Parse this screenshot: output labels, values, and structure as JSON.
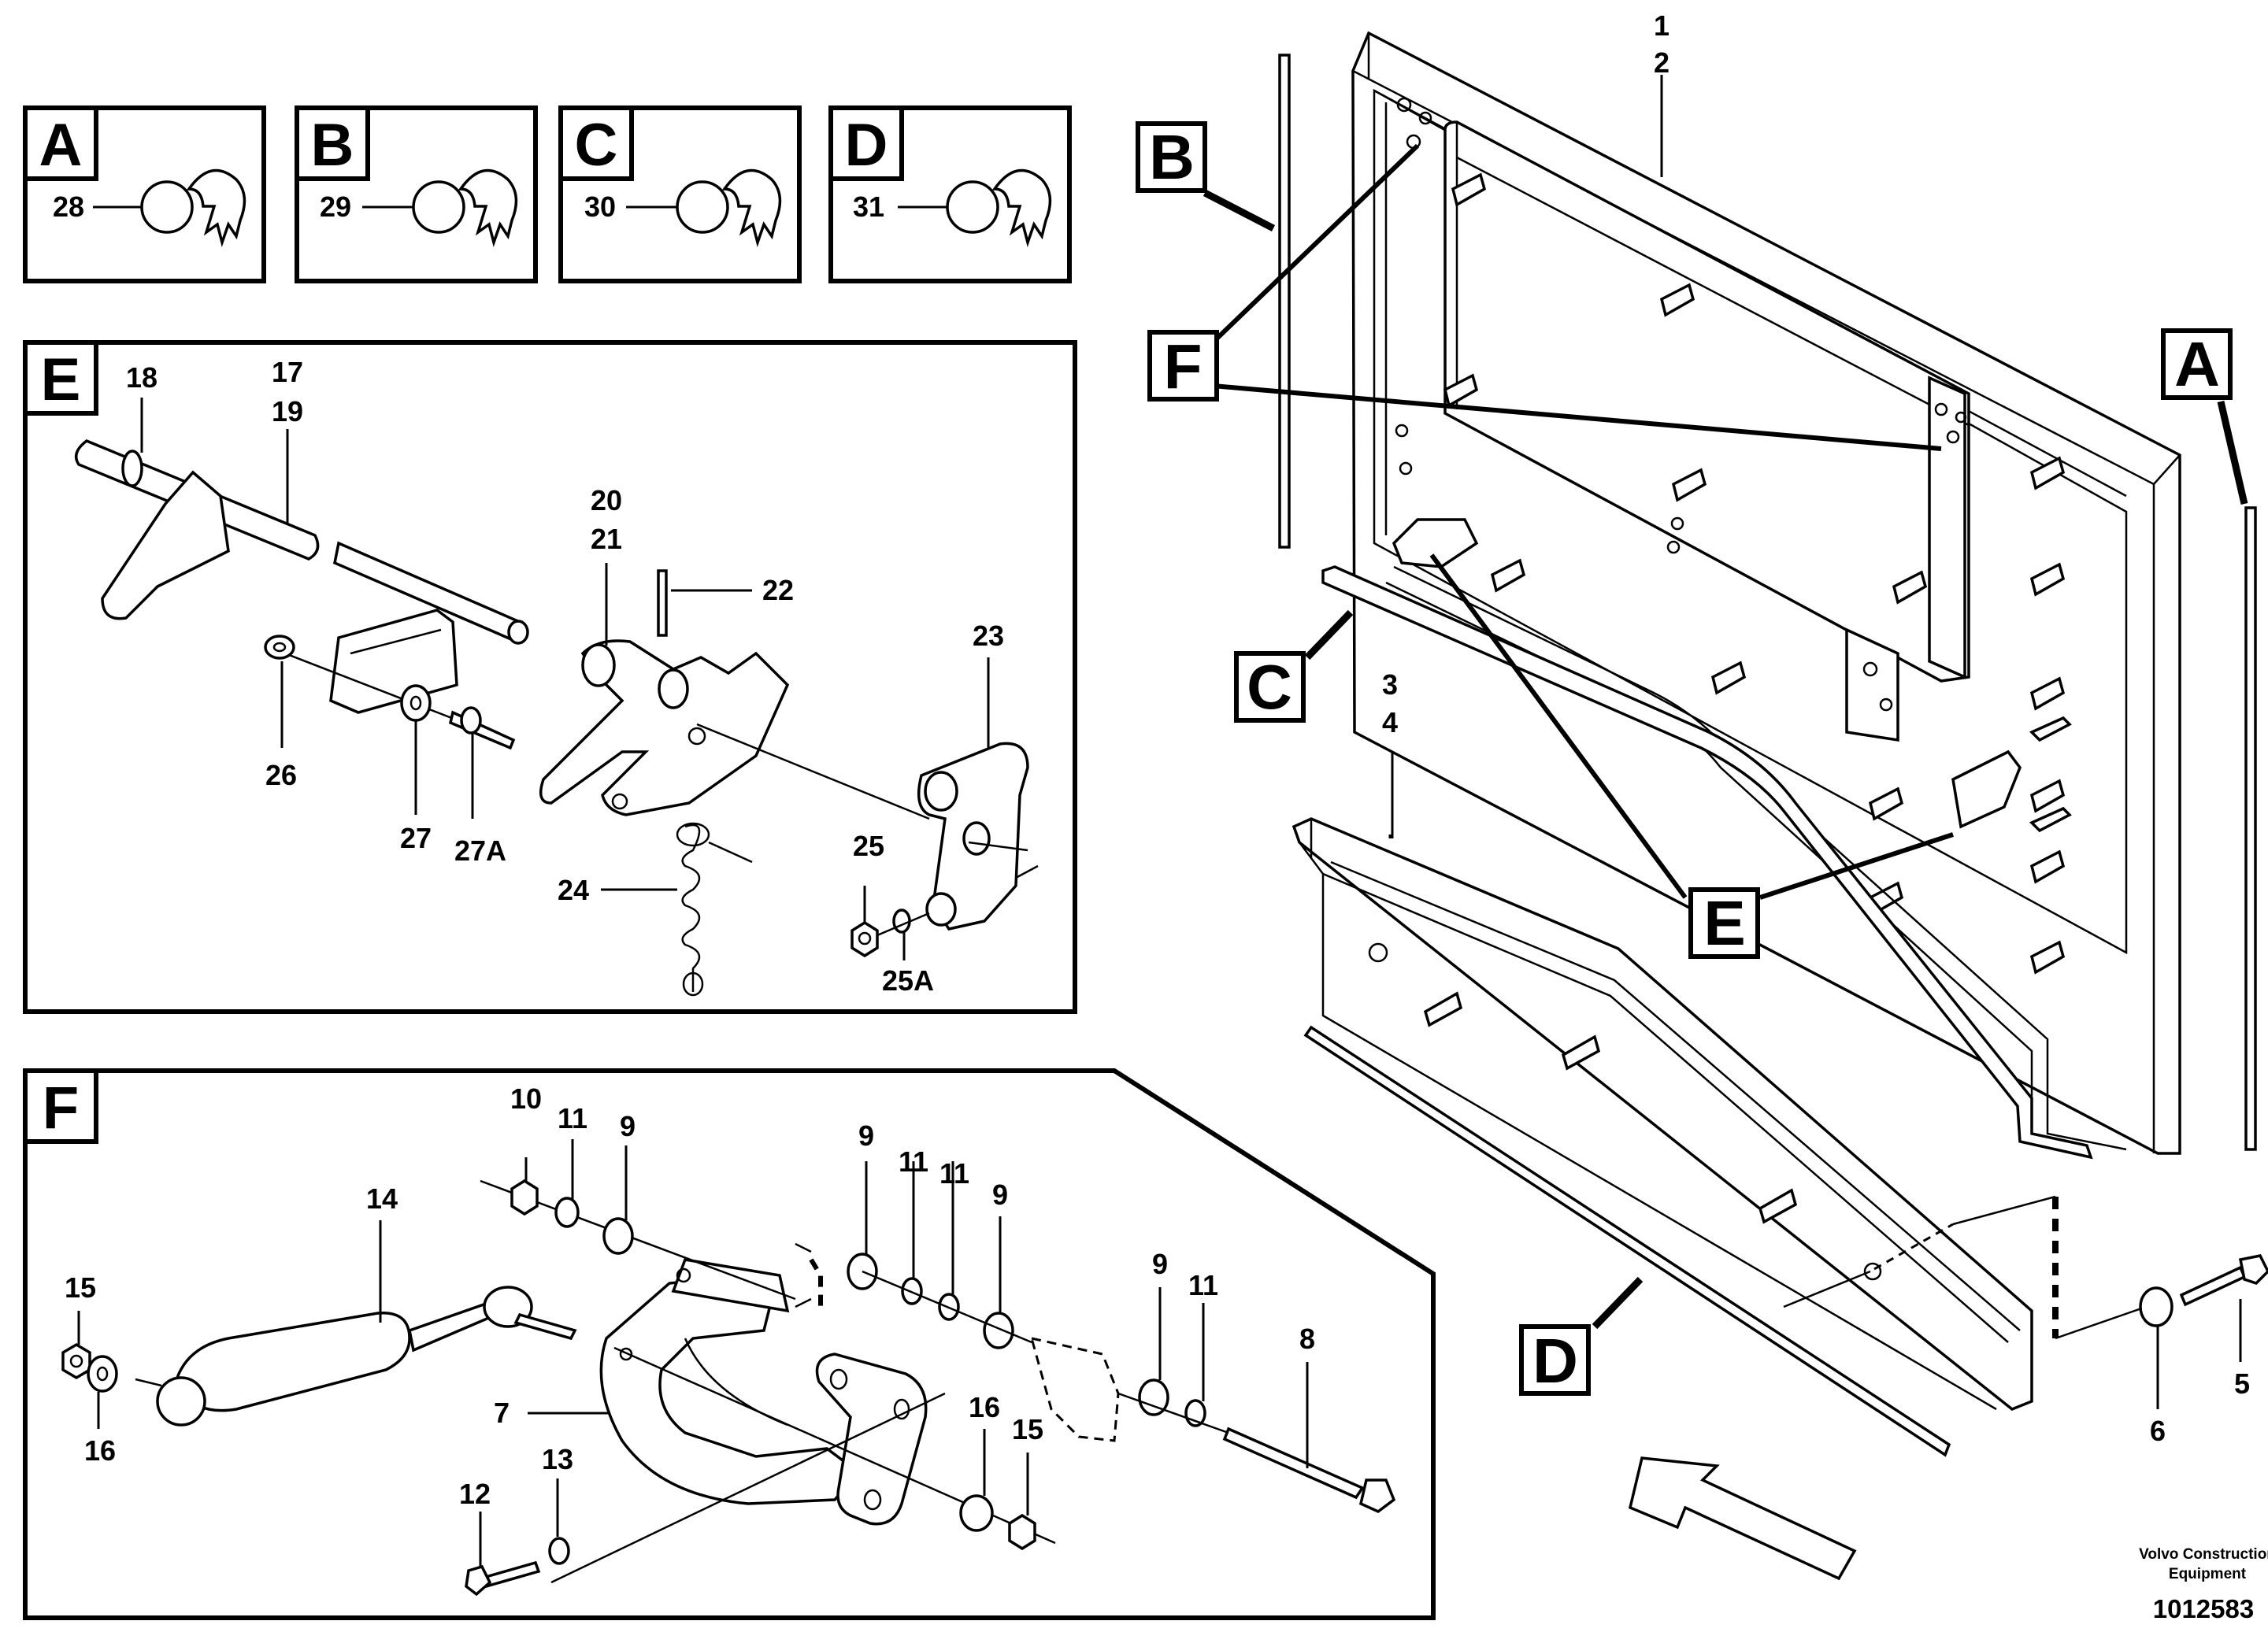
{
  "clip_boxes": [
    {
      "letter": "A",
      "part": "28"
    },
    {
      "letter": "B",
      "part": "29"
    },
    {
      "letter": "C",
      "part": "30"
    },
    {
      "letter": "D",
      "part": "31"
    }
  ],
  "detail_boxes": {
    "E": "E",
    "F": "F"
  },
  "callouts": {
    "B": "B",
    "F": "F",
    "A": "A",
    "C": "C",
    "E": "E",
    "D": "D"
  },
  "part_labels": {
    "p1": "1",
    "p2": "2",
    "p3": "3",
    "p4": "4",
    "p5": "5",
    "p6": "6",
    "p7": "7",
    "p8": "8",
    "p9a": "9",
    "p9b": "9",
    "p9c": "9",
    "p9d": "9",
    "p10": "10",
    "p11a": "11",
    "p11b": "11",
    "p11c": "11",
    "p11d": "11",
    "p12": "12",
    "p13": "13",
    "p14": "14",
    "p15a": "15",
    "p15b": "15",
    "p16a": "16",
    "p16b": "16",
    "p17": "17",
    "p18": "18",
    "p19": "19",
    "p20": "20",
    "p21": "21",
    "p22": "22",
    "p23": "23",
    "p24": "24",
    "p25": "25",
    "p25A": "25A",
    "p26": "26",
    "p27": "27",
    "p27A": "27A"
  },
  "footer": {
    "line1": "Volvo Construction",
    "line2": "Equipment",
    "drawing_number": "1012583"
  }
}
